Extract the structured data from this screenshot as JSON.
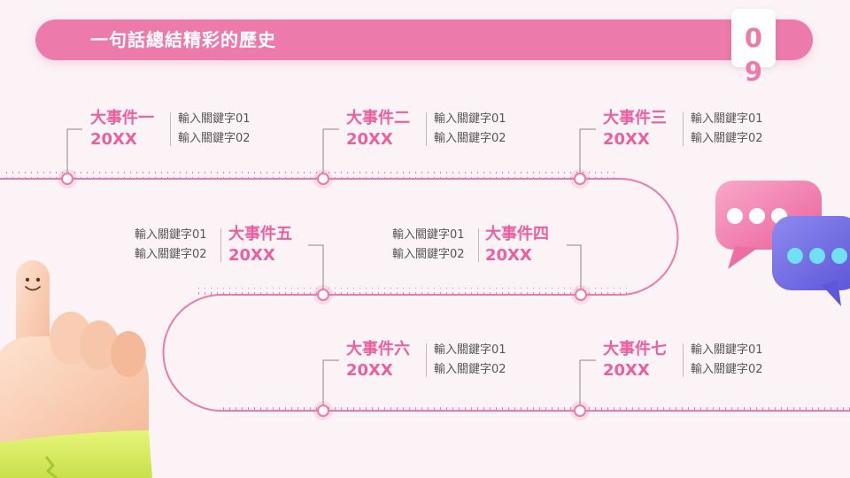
{
  "header": {
    "title": "一句話總結精彩的歷史",
    "page_digits": [
      "0",
      "9"
    ]
  },
  "colors": {
    "accent": "#ec7aab",
    "accent_text": "#ec5f9e",
    "background": "#fbf3f6",
    "keyword_text": "#555555"
  },
  "events": [
    {
      "title": "大事件一",
      "year": "20XX",
      "keywords": [
        "輸入關鍵字01",
        "輸入關鍵字02"
      ]
    },
    {
      "title": "大事件二",
      "year": "20XX",
      "keywords": [
        "輸入關鍵字01",
        "輸入關鍵字02"
      ]
    },
    {
      "title": "大事件三",
      "year": "20XX",
      "keywords": [
        "輸入關鍵字01",
        "輸入關鍵字02"
      ]
    },
    {
      "title": "大事件四",
      "year": "20XX",
      "keywords": [
        "輸入關鍵字01",
        "輸入關鍵字02"
      ]
    },
    {
      "title": "大事件五",
      "year": "20XX",
      "keywords": [
        "輸入關鍵字01",
        "輸入關鍵字02"
      ]
    },
    {
      "title": "大事件六",
      "year": "20XX",
      "keywords": [
        "輸入關鍵字01",
        "輸入關鍵字02"
      ]
    },
    {
      "title": "大事件七",
      "year": "20XX",
      "keywords": [
        "輸入關鍵字01",
        "輸入關鍵字02"
      ]
    }
  ],
  "icons": [
    "timeline-ruler-icon",
    "speech-bubbles-icon",
    "pointing-hand-icon"
  ]
}
